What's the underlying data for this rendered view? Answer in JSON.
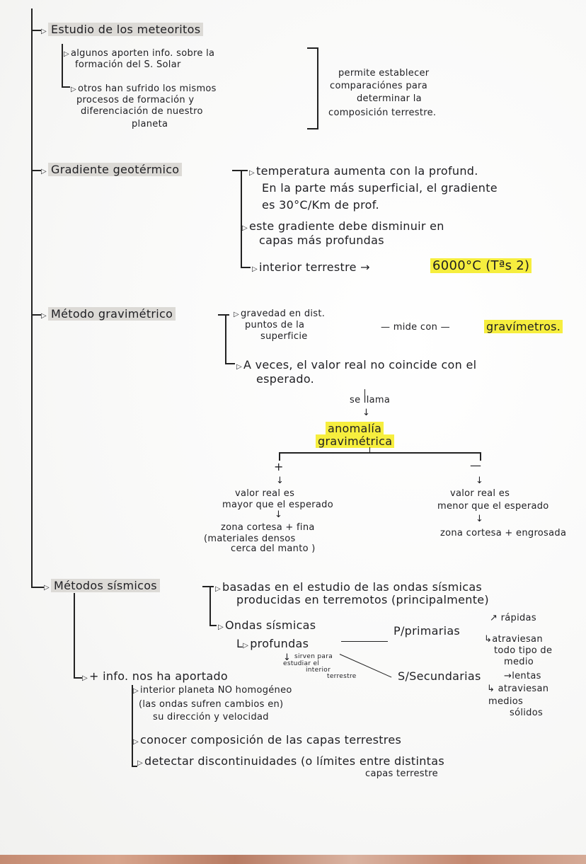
{
  "page": {
    "sections": [
      {
        "heading": "Estudio de los meteoritos",
        "items": [
          "algunos aporten info. sobre la",
          "formación del S. Solar",
          "otros han sufrido los mismos",
          "procesos de formación y",
          "diferenciación de nuestro",
          "planeta"
        ],
        "conclusion": [
          "permite establecer",
          "comparaciónes para",
          "determinar la",
          "composición terrestre."
        ]
      },
      {
        "heading": "Gradiente geotérmico",
        "items": [
          "temperatura aumenta con la profund.",
          "En la parte más superficial, el gradiente",
          "es 30°C/Km de prof.",
          "este gradiente debe disminuir en",
          "capas más profundas",
          "interior terrestre"
        ],
        "highlight": "6000°C (Tªs 2)"
      },
      {
        "heading": "Método gravimétrico",
        "items": [
          "gravedad en dist.",
          "puntos de la",
          "superficie",
          "A veces, el valor real no coincide con el",
          "esperado."
        ],
        "measure_label": "— mide con —",
        "measure_tool": "gravímetros.",
        "named": "se llama",
        "anomaly": [
          "anomalía",
          "gravimétrica"
        ],
        "positive": {
          "sign": "+",
          "desc": [
            "valor real es",
            "mayor que el esperado"
          ],
          "result": [
            "zona cortesa + fina",
            "(materiales densos",
            "cerca del manto )"
          ]
        },
        "negative": {
          "sign": "—",
          "desc": [
            "valor real es",
            "menor que el esperado"
          ],
          "result": [
            "zona cortesa + engrosada"
          ]
        }
      },
      {
        "heading": "Métodos sísmicos",
        "items": [
          "basadas en el estudio de las ondas sísmicas",
          "producidas en terremotos (principalmente)",
          "Ondas sísmicas",
          "profundas"
        ],
        "note": [
          "sirven para",
          "estudiar el",
          "interior",
          "terrestre"
        ],
        "p_waves": {
          "label": "P/primarias",
          "props": [
            "rápidas",
            "atraviesan",
            "todo tipo de",
            "medio"
          ]
        },
        "s_waves": {
          "label": "S/Secundarias",
          "props": [
            "lentas",
            "atraviesan",
            "medios",
            "sólidos"
          ]
        },
        "info_label": "+ info. nos ha aportado",
        "info_items": [
          "interior planeta NO homogéneo",
          "(las ondas sufren cambios en)",
          "su dirección y velocidad",
          "conocer composición de las capas terrestres",
          "detectar discontinuidades (o límites entre distintas",
          "capas terrestre"
        ]
      }
    ]
  }
}
